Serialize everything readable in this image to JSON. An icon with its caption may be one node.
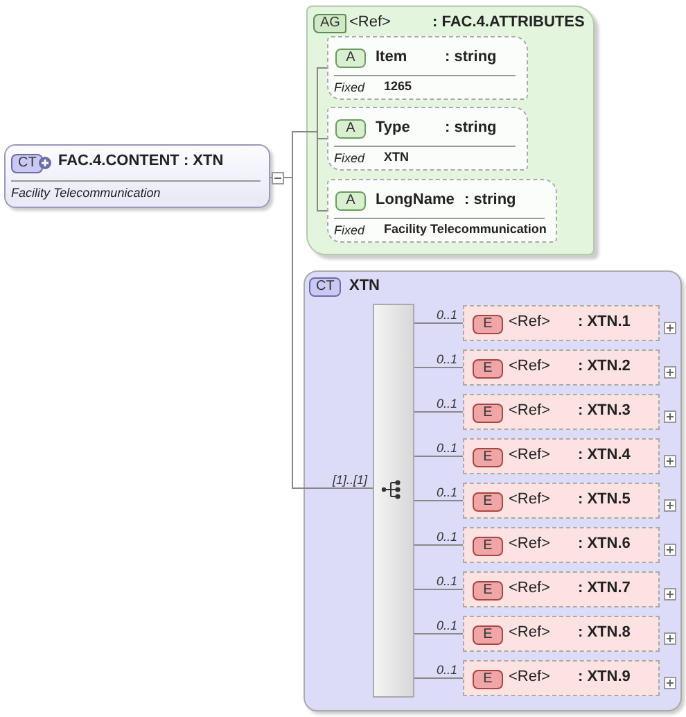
{
  "diagram": {
    "nodes": [
      {
        "text": [
          "CT",
          "FAC.4.CONTENT : XTN",
          "Facility Telecommunication"
        ]
      },
      {
        "text": [
          "AG",
          "<Ref>",
          ": FAC.4.ATTRIBUTES"
        ]
      },
      {
        "text": [
          "A",
          "Item",
          ": string",
          "Fixed",
          "1265"
        ],
        "in": 1
      },
      {
        "text": [
          "A",
          "Type",
          ": string",
          "Fixed",
          "XTN"
        ],
        "in": 1
      },
      {
        "text": [
          "A",
          "LongName",
          ": string",
          "Fixed",
          "Facility Telecommunication"
        ],
        "in": 1
      },
      {
        "text": [
          "CT",
          "XTN"
        ]
      },
      {
        "text": [],
        "shape": "bar",
        "in": 5
      },
      {
        "text": [
          "E",
          "<Ref>",
          ": XTN.1"
        ],
        "in": 5
      },
      {
        "text": [
          "E",
          "<Ref>",
          ": XTN.2"
        ],
        "in": 5
      },
      {
        "text": [
          "E",
          "<Ref>",
          ": XTN.3"
        ],
        "in": 5
      },
      {
        "text": [
          "E",
          "<Ref>",
          ": XTN.4"
        ],
        "in": 5
      },
      {
        "text": [
          "E",
          "<Ref>",
          ": XTN.5"
        ],
        "in": 5
      },
      {
        "text": [
          "E",
          "<Ref>",
          ": XTN.6"
        ],
        "in": 5
      },
      {
        "text": [
          "E",
          "<Ref>",
          ": XTN.7"
        ],
        "in": 5
      },
      {
        "text": [
          "E",
          "<Ref>",
          ": XTN.8"
        ],
        "in": 5
      },
      {
        "text": [
          "E",
          "<Ref>",
          ": XTN.9"
        ],
        "in": 5
      }
    ],
    "edges": [
      {
        "from": 0,
        "to": 1,
        "arrow": "none"
      },
      {
        "from": 1,
        "to": 2,
        "arrow": "none"
      },
      {
        "from": 1,
        "to": 3,
        "arrow": "none"
      },
      {
        "from": 1,
        "to": 4,
        "arrow": "none"
      },
      {
        "from": 0,
        "to": 6,
        "arrow": "none",
        "label": "[1]..[1]"
      },
      {
        "from": 6,
        "to": 7,
        "arrow": "none",
        "label": "0..1"
      },
      {
        "from": 6,
        "to": 8,
        "arrow": "none",
        "label": "0..1"
      },
      {
        "from": 6,
        "to": 9,
        "arrow": "none",
        "label": "0..1"
      },
      {
        "from": 6,
        "to": 10,
        "arrow": "none",
        "label": "0..1"
      },
      {
        "from": 6,
        "to": 11,
        "arrow": "none",
        "label": "0..1"
      },
      {
        "from": 6,
        "to": 12,
        "arrow": "none",
        "label": "0..1"
      },
      {
        "from": 6,
        "to": 13,
        "arrow": "none",
        "label": "0..1"
      },
      {
        "from": 6,
        "to": 14,
        "arrow": "none",
        "label": "0..1"
      },
      {
        "from": 6,
        "to": 15,
        "arrow": "none",
        "label": "0..1"
      }
    ]
  }
}
